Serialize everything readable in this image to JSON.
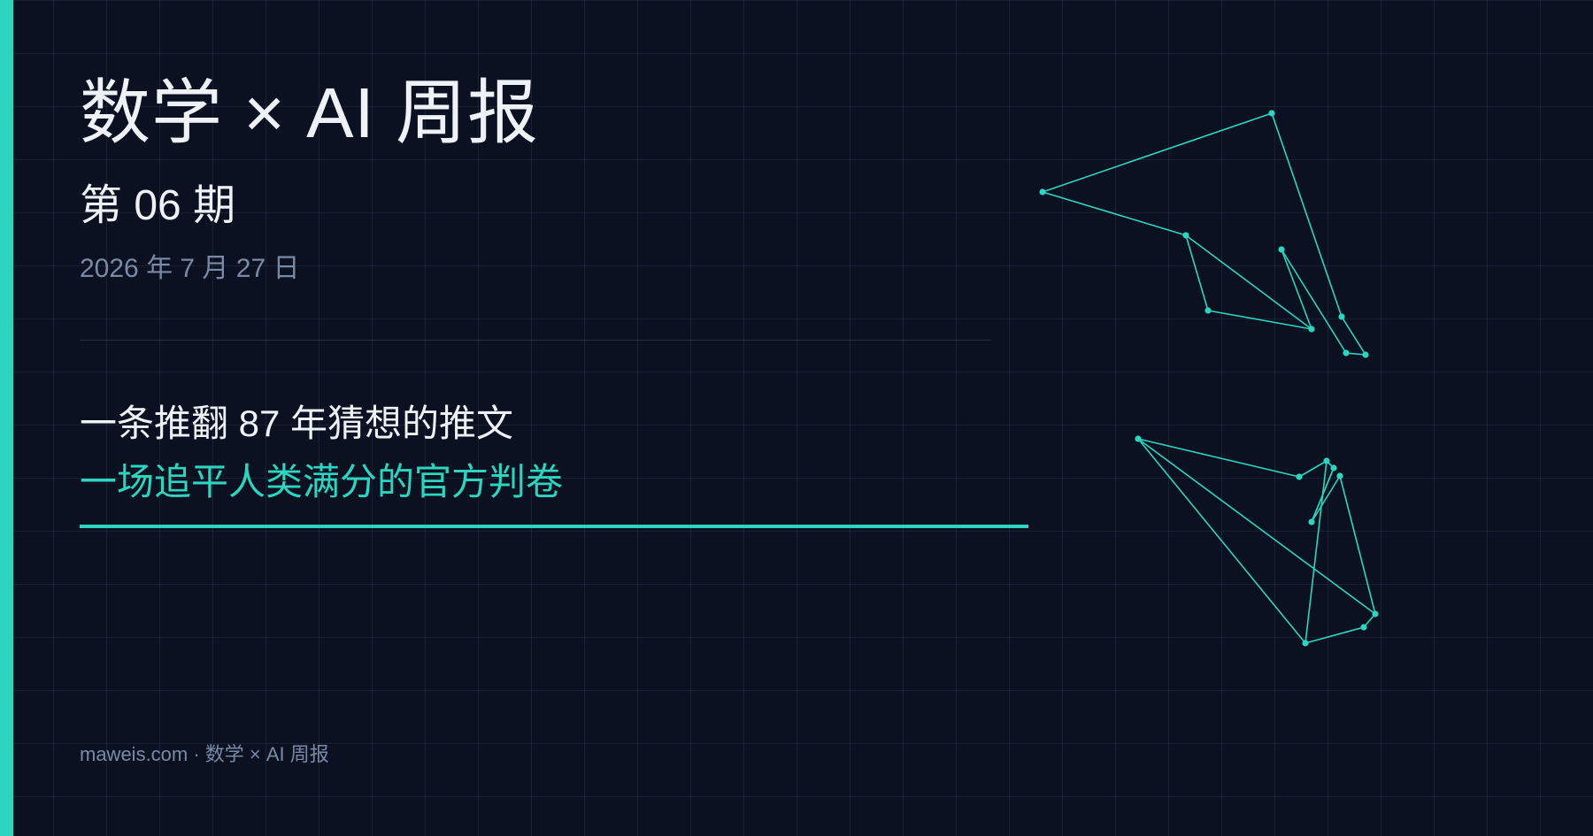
{
  "colors": {
    "background": "#0b1120",
    "accent": "#2dd4bf",
    "text": "#eef2f7",
    "muted": "#7a8aa6"
  },
  "header": {
    "title": "数学 × AI 周报",
    "issue": "第 06 期",
    "date": "2026 年 7 月 27 日"
  },
  "main": {
    "headline_primary": "一条推翻 87 年猜想的推文",
    "headline_secondary": "一场追平人类满分的官方判卷"
  },
  "footer": {
    "text": "maweis.com · 数学 × AI 周报"
  },
  "decoration": {
    "icon": "polygon-network-icon"
  }
}
